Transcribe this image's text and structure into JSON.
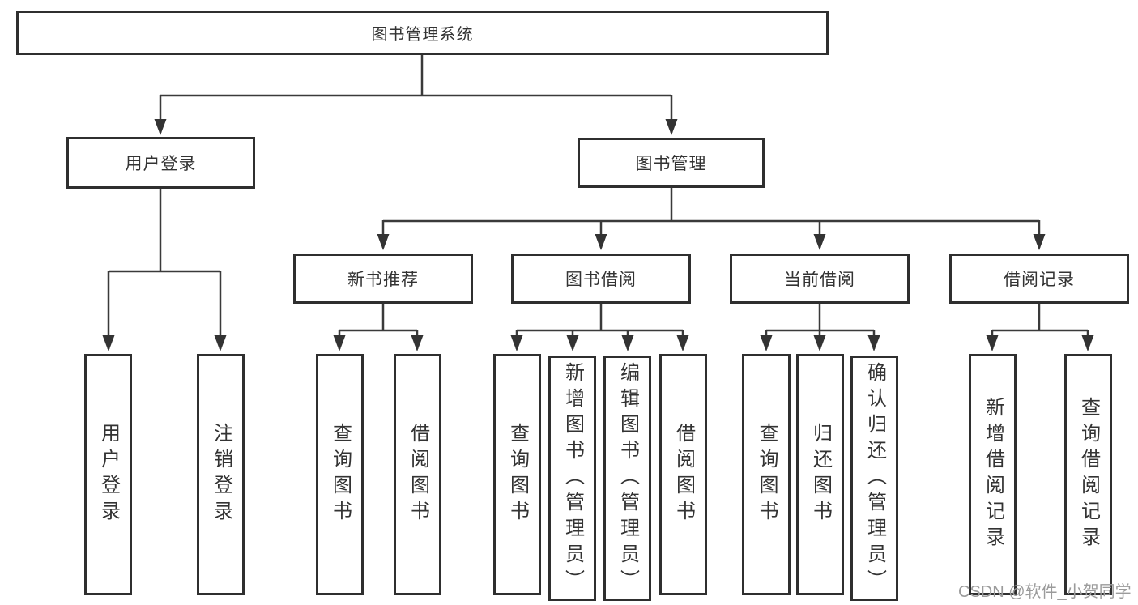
{
  "diagram": {
    "type": "hierarchy-tree",
    "colors": {
      "line": "#3a3a3a",
      "border": "#2f2f2f",
      "text": "#333333",
      "watermark": "#9b9b9b",
      "background": "#ffffff"
    },
    "nodes": {
      "root": {
        "label": "图书管理系统"
      },
      "level2": [
        {
          "label": "用户登录",
          "parent": "图书管理系统"
        },
        {
          "label": "图书管理",
          "parent": "图书管理系统"
        }
      ],
      "level3": [
        {
          "label": "新书推荐",
          "parent": "图书管理"
        },
        {
          "label": "图书借阅",
          "parent": "图书管理"
        },
        {
          "label": "当前借阅",
          "parent": "图书管理"
        },
        {
          "label": "借阅记录",
          "parent": "图书管理"
        }
      ],
      "leaves": [
        {
          "label": "用户登录",
          "parent": "用户登录"
        },
        {
          "label": "注销登录",
          "parent": "用户登录"
        },
        {
          "label": "查询图书",
          "parent": "新书推荐"
        },
        {
          "label": "借阅图书",
          "parent": "新书推荐"
        },
        {
          "label": "查询图书",
          "parent": "图书借阅"
        },
        {
          "label": "新增图书（管理员）",
          "parent": "图书借阅"
        },
        {
          "label": "编辑图书（管理员）",
          "parent": "图书借阅"
        },
        {
          "label": "借阅图书",
          "parent": "图书借阅"
        },
        {
          "label": "查询图书",
          "parent": "当前借阅"
        },
        {
          "label": "归还图书",
          "parent": "当前借阅"
        },
        {
          "label": "确认归还（管理员）",
          "parent": "当前借阅"
        },
        {
          "label": "新增借阅记录",
          "parent": "借阅记录"
        },
        {
          "label": "查询借阅记录",
          "parent": "借阅记录"
        }
      ]
    },
    "watermark": {
      "text": "CSDN @软件_小贺同学"
    }
  }
}
